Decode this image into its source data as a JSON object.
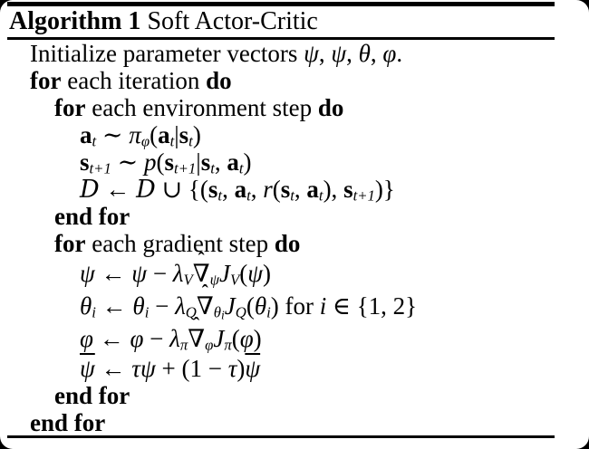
{
  "window": {
    "background_color": "#000000",
    "paper_color": "#ffffff",
    "text_color": "#000000"
  },
  "symbols": {
    "hat": "ˆ"
  },
  "algorithm": {
    "title_tokens": [
      {
        "t": "Algorithm 1",
        "c": "b"
      },
      {
        "t": " Soft Actor-Critic"
      }
    ],
    "lines": [
      {
        "indent": 0,
        "tokens": [
          {
            "t": "Initialize parameter vectors "
          },
          {
            "t": "ψ",
            "c": "i"
          },
          {
            "t": ", "
          },
          {
            "t": "ψ",
            "c": "i bar"
          },
          {
            "t": ", "
          },
          {
            "t": "θ",
            "c": "i"
          },
          {
            "t": ", "
          },
          {
            "t": "φ",
            "c": "i"
          },
          {
            "t": "."
          }
        ]
      },
      {
        "indent": 0,
        "tokens": [
          {
            "t": "for",
            "c": "b"
          },
          {
            "t": " each iteration "
          },
          {
            "t": "do",
            "c": "b"
          }
        ]
      },
      {
        "indent": 1,
        "tokens": [
          {
            "t": "for",
            "c": "b"
          },
          {
            "t": " each environment step "
          },
          {
            "t": "do",
            "c": "b"
          }
        ]
      },
      {
        "indent": 2,
        "tokens": [
          {
            "t": "a",
            "c": "bf"
          },
          {
            "t": "t",
            "c": "i sub"
          },
          {
            "t": " ∼ "
          },
          {
            "t": "π",
            "c": "i"
          },
          {
            "t": "φ",
            "c": "i sub"
          },
          {
            "t": "("
          },
          {
            "t": "a",
            "c": "bf"
          },
          {
            "t": "t",
            "c": "i sub"
          },
          {
            "t": "|"
          },
          {
            "t": "s",
            "c": "bf"
          },
          {
            "t": "t",
            "c": "i sub"
          },
          {
            "t": ")"
          }
        ]
      },
      {
        "indent": 2,
        "tokens": [
          {
            "t": "s",
            "c": "bf"
          },
          {
            "t": "t+1",
            "c": "i sub"
          },
          {
            "t": " ∼ "
          },
          {
            "t": "p",
            "c": "i"
          },
          {
            "t": "("
          },
          {
            "t": "s",
            "c": "bf"
          },
          {
            "t": "t+1",
            "c": "i sub"
          },
          {
            "t": "|"
          },
          {
            "t": "s",
            "c": "bf"
          },
          {
            "t": "t",
            "c": "i sub"
          },
          {
            "t": ", "
          },
          {
            "t": "a",
            "c": "bf"
          },
          {
            "t": "t",
            "c": "i sub"
          },
          {
            "t": ")"
          }
        ]
      },
      {
        "indent": 2,
        "tokens": [
          {
            "t": "D",
            "c": "cal"
          },
          {
            "t": " ← "
          },
          {
            "t": "D",
            "c": "cal"
          },
          {
            "t": " ∪ {("
          },
          {
            "t": "s",
            "c": "bf"
          },
          {
            "t": "t",
            "c": "i sub"
          },
          {
            "t": ", "
          },
          {
            "t": "a",
            "c": "bf"
          },
          {
            "t": "t",
            "c": "i sub"
          },
          {
            "t": ", "
          },
          {
            "t": "r",
            "c": "i"
          },
          {
            "t": "("
          },
          {
            "t": "s",
            "c": "bf"
          },
          {
            "t": "t",
            "c": "i sub"
          },
          {
            "t": ", "
          },
          {
            "t": "a",
            "c": "bf"
          },
          {
            "t": "t",
            "c": "i sub"
          },
          {
            "t": "), "
          },
          {
            "t": "s",
            "c": "bf"
          },
          {
            "t": "t+1",
            "c": "i sub"
          },
          {
            "t": ")}"
          }
        ]
      },
      {
        "indent": 1,
        "tokens": [
          {
            "t": "end for",
            "c": "b"
          }
        ]
      },
      {
        "indent": 1,
        "tokens": [
          {
            "t": "for",
            "c": "b"
          },
          {
            "t": " each gradient step "
          },
          {
            "t": "do",
            "c": "b"
          }
        ]
      },
      {
        "indent": 2,
        "tokens": [
          {
            "t": "ψ",
            "c": "i"
          },
          {
            "t": " ← "
          },
          {
            "t": "ψ",
            "c": "i"
          },
          {
            "t": " − "
          },
          {
            "t": "λ",
            "c": "i"
          },
          {
            "t": "V",
            "c": "i sub"
          },
          {
            "t": "∇",
            "hat": true
          },
          {
            "t": "ψ",
            "c": "i sub"
          },
          {
            "t": "J",
            "c": "i"
          },
          {
            "t": "V",
            "c": "i sub"
          },
          {
            "t": "("
          },
          {
            "t": "ψ",
            "c": "i"
          },
          {
            "t": ")"
          }
        ]
      },
      {
        "indent": 2,
        "tokens": [
          {
            "t": "θ",
            "c": "i"
          },
          {
            "t": "i",
            "c": "i sub"
          },
          {
            "t": " ← "
          },
          {
            "t": "θ",
            "c": "i"
          },
          {
            "t": "i",
            "c": "i sub"
          },
          {
            "t": " − "
          },
          {
            "t": "λ",
            "c": "i"
          },
          {
            "t": "Q",
            "c": "i sub"
          },
          {
            "t": "∇",
            "hat": true
          },
          {
            "t": "θ",
            "c": "i sub"
          },
          {
            "t": "i",
            "c": "i sub2"
          },
          {
            "t": "J",
            "c": "i"
          },
          {
            "t": "Q",
            "c": "i sub"
          },
          {
            "t": "("
          },
          {
            "t": "θ",
            "c": "i"
          },
          {
            "t": "i",
            "c": "i sub"
          },
          {
            "t": ")"
          },
          {
            "t": " for "
          },
          {
            "t": "i",
            "c": "i"
          },
          {
            "t": " ∈ {1, 2}"
          }
        ]
      },
      {
        "indent": 2,
        "tokens": [
          {
            "t": "φ",
            "c": "i"
          },
          {
            "t": " ← "
          },
          {
            "t": "φ",
            "c": "i"
          },
          {
            "t": " − "
          },
          {
            "t": "λ",
            "c": "i"
          },
          {
            "t": "π",
            "c": "i sub"
          },
          {
            "t": "∇",
            "hat": true
          },
          {
            "t": "φ",
            "c": "i sub"
          },
          {
            "t": "J",
            "c": "i"
          },
          {
            "t": "π",
            "c": "i sub"
          },
          {
            "t": "("
          },
          {
            "t": "φ",
            "c": "i"
          },
          {
            "t": ")"
          }
        ]
      },
      {
        "indent": 2,
        "tokens": [
          {
            "t": "ψ",
            "c": "i bar"
          },
          {
            "t": " ← "
          },
          {
            "t": "τ",
            "c": "i"
          },
          {
            "t": "ψ",
            "c": "i"
          },
          {
            "t": " + (1 − "
          },
          {
            "t": "τ",
            "c": "i"
          },
          {
            "t": ")"
          },
          {
            "t": "ψ",
            "c": "i bar"
          }
        ]
      },
      {
        "indent": 1,
        "tokens": [
          {
            "t": "end for",
            "c": "b"
          }
        ]
      },
      {
        "indent": 0,
        "tokens": [
          {
            "t": "end for",
            "c": "b"
          }
        ]
      }
    ]
  }
}
